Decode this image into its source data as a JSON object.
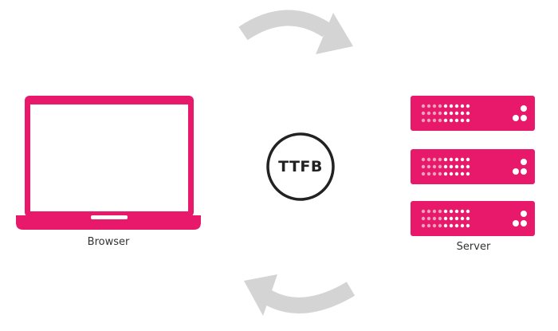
{
  "diagram": {
    "center_label": "TTFB",
    "browser_label": "Browser",
    "server_label": "Server"
  },
  "icons": {
    "browser": "laptop-icon",
    "server": "server-rack-icon",
    "request_arrow": "curved-arrow-right-icon",
    "response_arrow": "curved-arrow-left-icon"
  },
  "colors": {
    "accent": "#e8196a",
    "arrow": "#d4d4d4",
    "circle": "#222222",
    "text": "#333333"
  }
}
